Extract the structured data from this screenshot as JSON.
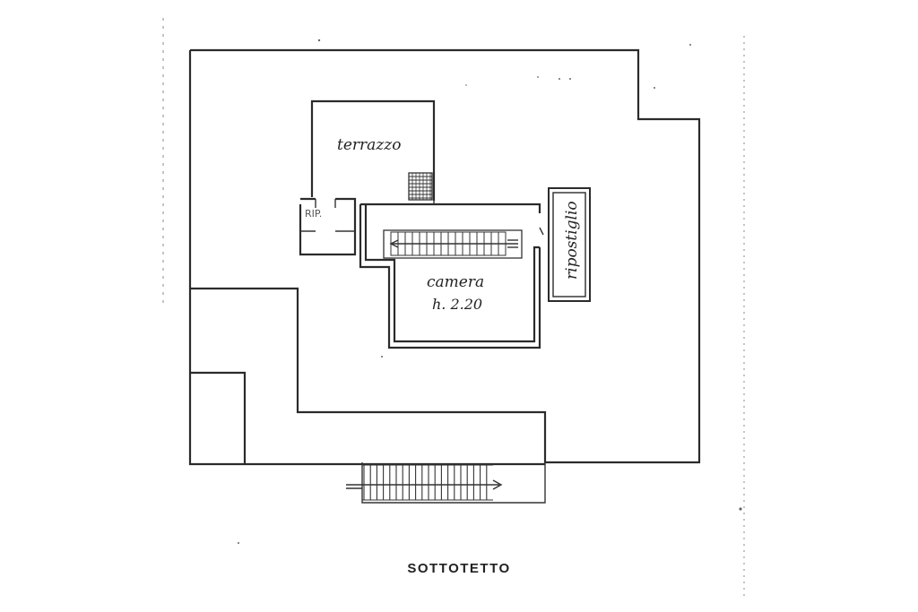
{
  "plan": {
    "title": "SOTTOTETTO",
    "rooms": {
      "terrace": "terrazzo",
      "rip": "RIP.",
      "bedroom": "camera",
      "height": "h. 2.20",
      "storage": "ripostiglio"
    }
  }
}
